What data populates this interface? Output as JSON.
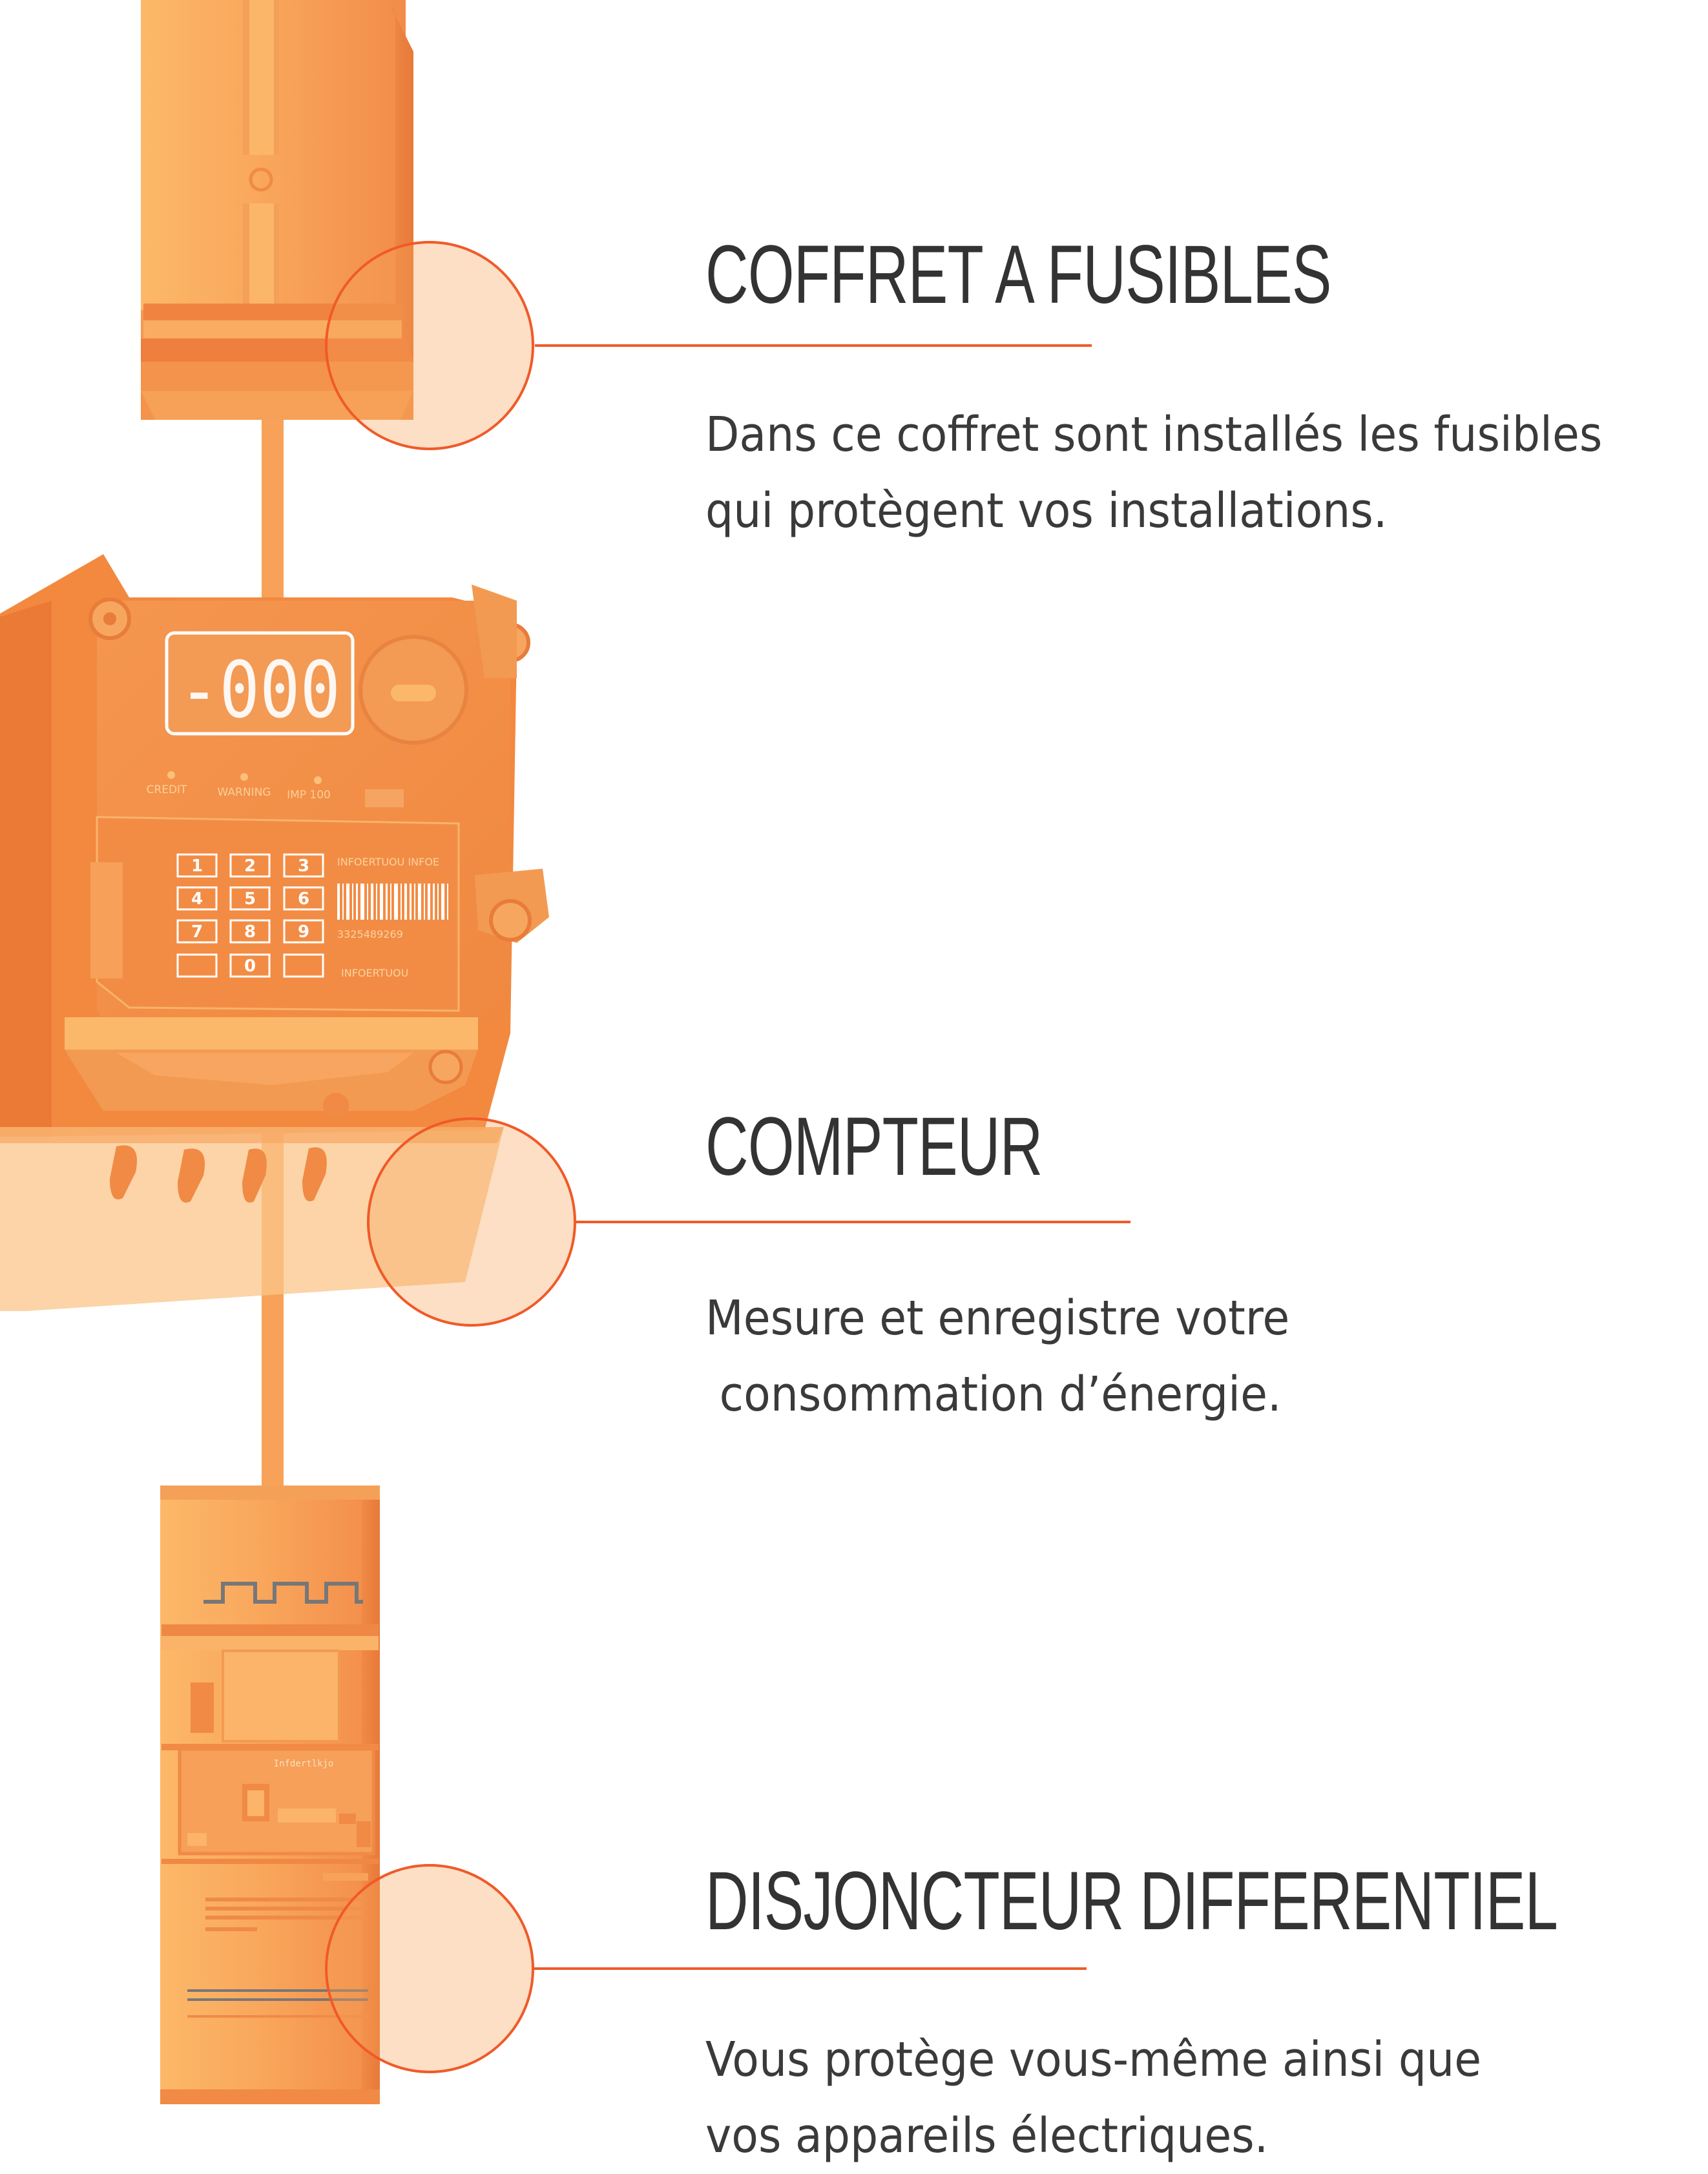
{
  "colors": {
    "accent": "#f05a28",
    "device_orange": "#f39550",
    "device_light": "#fbb86b",
    "text": "#333333"
  },
  "coffret": {
    "title": "COFFRET A FUSIBLES",
    "desc_lines": [
      "Dans ce coffret sont installés les fusibles",
      "qui protègent vos installations."
    ]
  },
  "compteur": {
    "title": "COMPTEUR",
    "desc_lines": [
      "Mesure et enregistre votre",
      " consommation d’énergie."
    ],
    "display": "-000",
    "indicators": [
      "CREDIT",
      "WARNING",
      "IMP 100"
    ],
    "keys": [
      "1",
      "2",
      "3",
      "4",
      "5",
      "6",
      "7",
      "8",
      "9",
      "0"
    ],
    "brand_top": "INFOERTUOU INFOE",
    "serial": "3325489269",
    "brand_bottom": "INFOERTUOU"
  },
  "disjoncteur": {
    "title": "DISJONCTEUR DIFFERENTIEL",
    "desc_lines": [
      "Vous protège vous-même ainsi que",
      "vos appareils électriques."
    ],
    "label": "Infdertlkjo"
  }
}
